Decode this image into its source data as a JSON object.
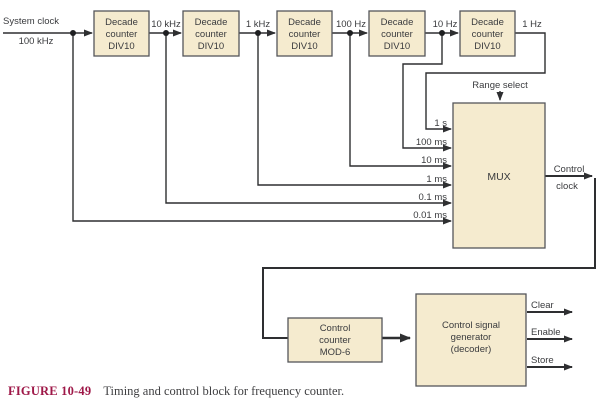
{
  "colors": {
    "box_fill": "#f5ebcf",
    "box_border": "#55565a",
    "wire": "#2e2f31",
    "caption_label": "#9e1848",
    "text": "#3a3b3e"
  },
  "diagram": {
    "system_clock": {
      "line1": "System clock",
      "line2": "100 kHz"
    },
    "decade_counter": {
      "line1": "Decade",
      "line2": "counter",
      "line3": "DIV10"
    },
    "tap_labels": [
      "10 kHz",
      "1 kHz",
      "100 Hz",
      "10 Hz",
      "1 Hz"
    ],
    "range_select": "Range select",
    "mux": {
      "label": "MUX",
      "inputs": [
        "1 s",
        "100 ms",
        "10 ms",
        "1 ms",
        "0.1 ms",
        "0.01 ms"
      ]
    },
    "control_clock": {
      "line1": "Control",
      "line2": "clock"
    },
    "control_counter": {
      "line1": "Control",
      "line2": "counter",
      "line3": "MOD-6"
    },
    "signal_generator": {
      "line1": "Control signal",
      "line2": "generator",
      "line3": "(decoder)"
    },
    "outputs": [
      "Clear",
      "Enable",
      "Store"
    ]
  },
  "caption": {
    "label": "FIGURE 10-49",
    "text": "Timing and control block for frequency counter."
  }
}
